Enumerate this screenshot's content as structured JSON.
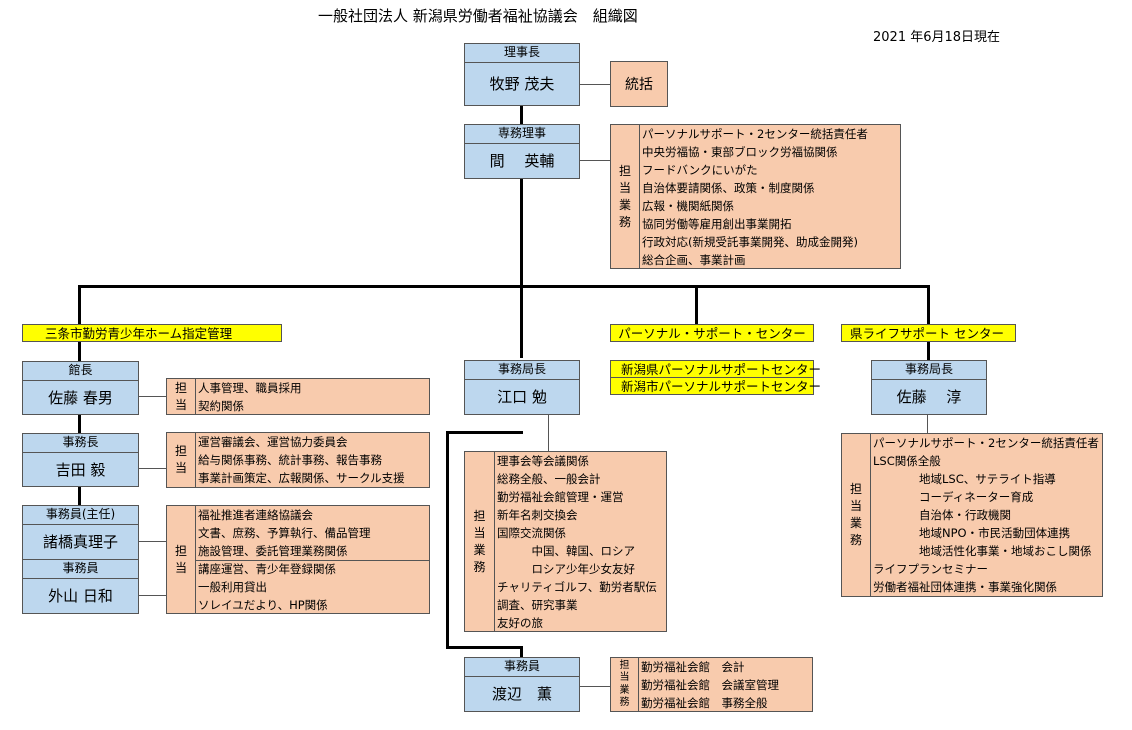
{
  "header": {
    "title": "一般社団法人 新潟県労働者福祉協議会　組織図",
    "date": "2021 年6月18日現在"
  },
  "top": {
    "chairman": {
      "role": "理事長",
      "name": "牧野 茂夫"
    },
    "chairman_duty": "統括",
    "director": {
      "role": "専務理事",
      "name": "間　 英輔"
    },
    "director_duty_label": "担当業務",
    "director_duties": [
      "パーソナルサポート・2センター統括責任者",
      "中央労福協・東部ブロック労福協関係",
      "フードバンクにいがた",
      "自治体要請関係、政策・制度関係",
      "広報・機関紙関係",
      "協同労働等雇用創出事業開拓",
      "行政対応(新規受託事業開発、助成金開発)",
      "総合企画、事業計画"
    ]
  },
  "sanjo": {
    "header": "三条市勤労青少年ホーム指定管理",
    "director": {
      "role": "館長",
      "name": "佐藤 春男"
    },
    "director_duty_label": "担当",
    "director_duties": [
      "人事管理、職員採用",
      "契約関係"
    ],
    "secretary": {
      "role": "事務長",
      "name": "吉田 毅"
    },
    "secretary_duty_label": "担当",
    "secretary_duties": [
      "運営審議会、運営協力委員会",
      "給与関係事務、統計事務、報告事務",
      "事業計画策定、広報関係、サークル支援"
    ],
    "staff_chief": {
      "role": "事務員(主任)",
      "name": "諸橋真理子"
    },
    "staff": {
      "role": "事務員",
      "name": "外山 日和"
    },
    "staff_duty_label": "担当",
    "staff_duties": [
      "福祉推進者連絡協議会",
      "文書、庶務、予算執行、備品管理",
      "施設管理、委託管理業務関係",
      "講座運営、青少年登録関係",
      "一般利用貸出",
      "ソレイユだより、HP関係"
    ]
  },
  "secretariat": {
    "chief": {
      "role": "事務局長",
      "name": "江口 勉"
    },
    "chief_duty_label": "担当業務",
    "chief_duties": [
      "理事会等会議関係",
      "総務全般、一般会計",
      "勤労福祉会館管理・運営",
      "新年名刺交換会",
      "国際交流関係",
      "　　　中国、韓国、ロシア",
      "　　　ロシア少年少女友好",
      "チャリティゴルフ、勤労者駅伝",
      "調査、研究事業",
      "友好の旅"
    ],
    "clerk": {
      "role": "事務員",
      "name": "渡辺　薫"
    },
    "clerk_duty_label": "担当業務",
    "clerk_duties": [
      "勤労福祉会館　会計",
      "勤労福祉会館　会議室管理",
      "勤労福祉会館　事務全般"
    ]
  },
  "personal": {
    "header": "パーソナル・サポート・センター",
    "items": [
      "新潟県パーソナルサポートセンター",
      "新潟市パーソナルサポートセンター"
    ]
  },
  "life": {
    "header": "県ライフサポート センター",
    "chief": {
      "role": "事務局長",
      "name": "佐藤　 淳"
    },
    "duty_label": "担当業務",
    "duties": [
      "パーソナルサポート・2センター統括責任者",
      "LSC関係全般",
      "　　　　地域LSC、サテライト指導",
      "　　　　コーディネーター育成",
      "　　　　自治体・行政機関",
      "　　　　地域NPO・市民活動団体連携",
      "　　　　地域活性化事業・地域おこし関係",
      "ライフプランセミナー",
      "労働者福祉団体連携・事業強化関係"
    ]
  },
  "colors": {
    "person": "#bdd7ee",
    "duty": "#f8cbad",
    "highlight": "#ffff00",
    "line": "#000000"
  }
}
